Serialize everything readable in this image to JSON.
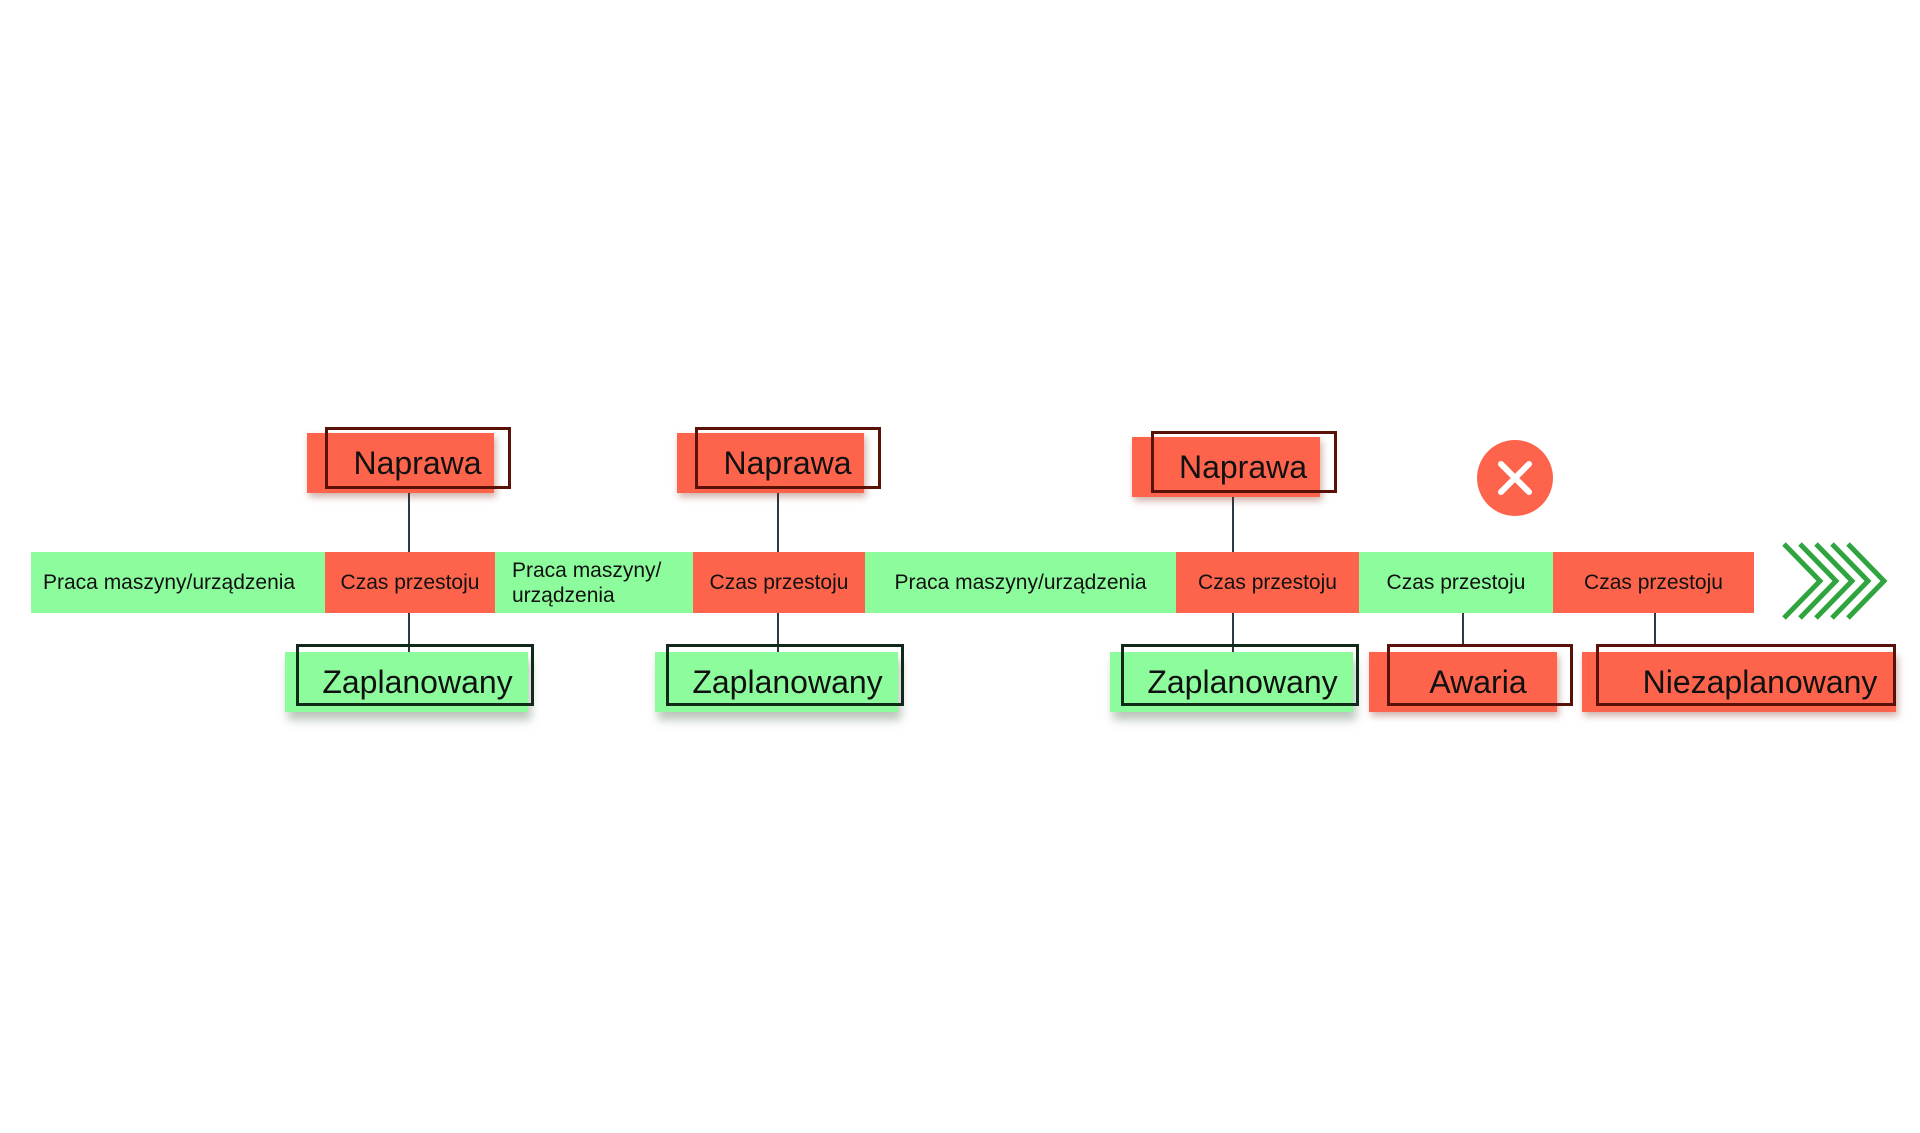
{
  "colors": {
    "running": "#8dfc9d",
    "downtime": "#fd644b",
    "connector": "#2b3a44",
    "arrow": "#2fa43f"
  },
  "timeline": {
    "segments": [
      {
        "label": "Praca maszyny/urządzenia",
        "state": "running"
      },
      {
        "label": "Czas przestoju",
        "state": "downtime"
      },
      {
        "label": "Praca maszyny/\nurządzenia",
        "state": "running"
      },
      {
        "label": "Czas przestoju",
        "state": "downtime"
      },
      {
        "label": "Praca maszyny/urządzenia",
        "state": "running"
      },
      {
        "label": "Czas przestoju",
        "state": "downtime"
      },
      {
        "label": "Czas przestoju",
        "state": "running"
      },
      {
        "label": "Czas przestoju",
        "state": "downtime"
      }
    ]
  },
  "top_tags": [
    {
      "label": "Naprawa"
    },
    {
      "label": "Naprawa"
    },
    {
      "label": "Naprawa"
    }
  ],
  "bottom_tags": [
    {
      "label": "Zaplanowany",
      "state": "running"
    },
    {
      "label": "Zaplanowany",
      "state": "running"
    },
    {
      "label": "Zaplanowany",
      "state": "running"
    },
    {
      "label": "Awaria",
      "state": "downtime"
    },
    {
      "label": "Niezaplanowany",
      "state": "downtime"
    }
  ],
  "icons": {
    "failure": "close-circle-icon",
    "continuation": "chevrons-right-icon"
  }
}
